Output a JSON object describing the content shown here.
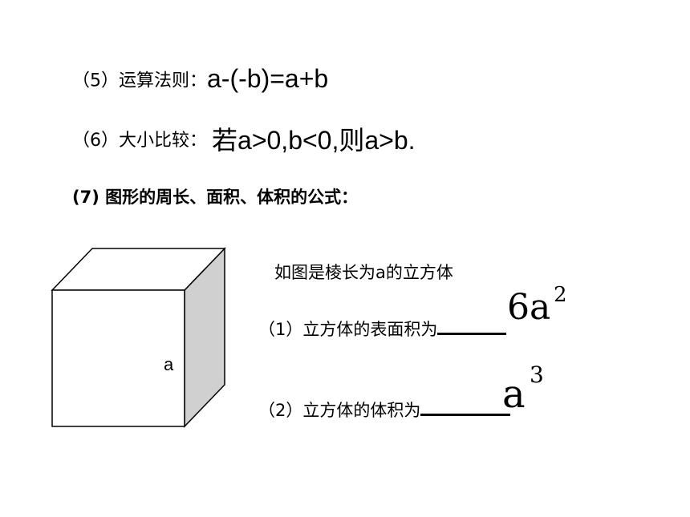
{
  "line5": {
    "prefix": "（5）运算法则：",
    "formula": "a-(-b)=a+b"
  },
  "line6": {
    "prefix": "（6）大小比较：",
    "formula_cjk": "若",
    "formula_mid": "a>0,b<0,",
    "formula_cjk2": "则",
    "formula_end": "a>b."
  },
  "line7": {
    "text": "(7) 图形的周长、面积、体积的公式："
  },
  "cube": {
    "edge_label": "a",
    "side_face_color": "#d0d0d0"
  },
  "problem": {
    "intro": "如图是棱长为a的立方体",
    "q1_label": "（1）立方体的表面积为",
    "q1_answer_base": "6a",
    "q1_answer_exponent": "2",
    "q2_label": "（2）立方体的体积为",
    "q2_answer_base": "a",
    "q2_answer_exponent": "3"
  }
}
